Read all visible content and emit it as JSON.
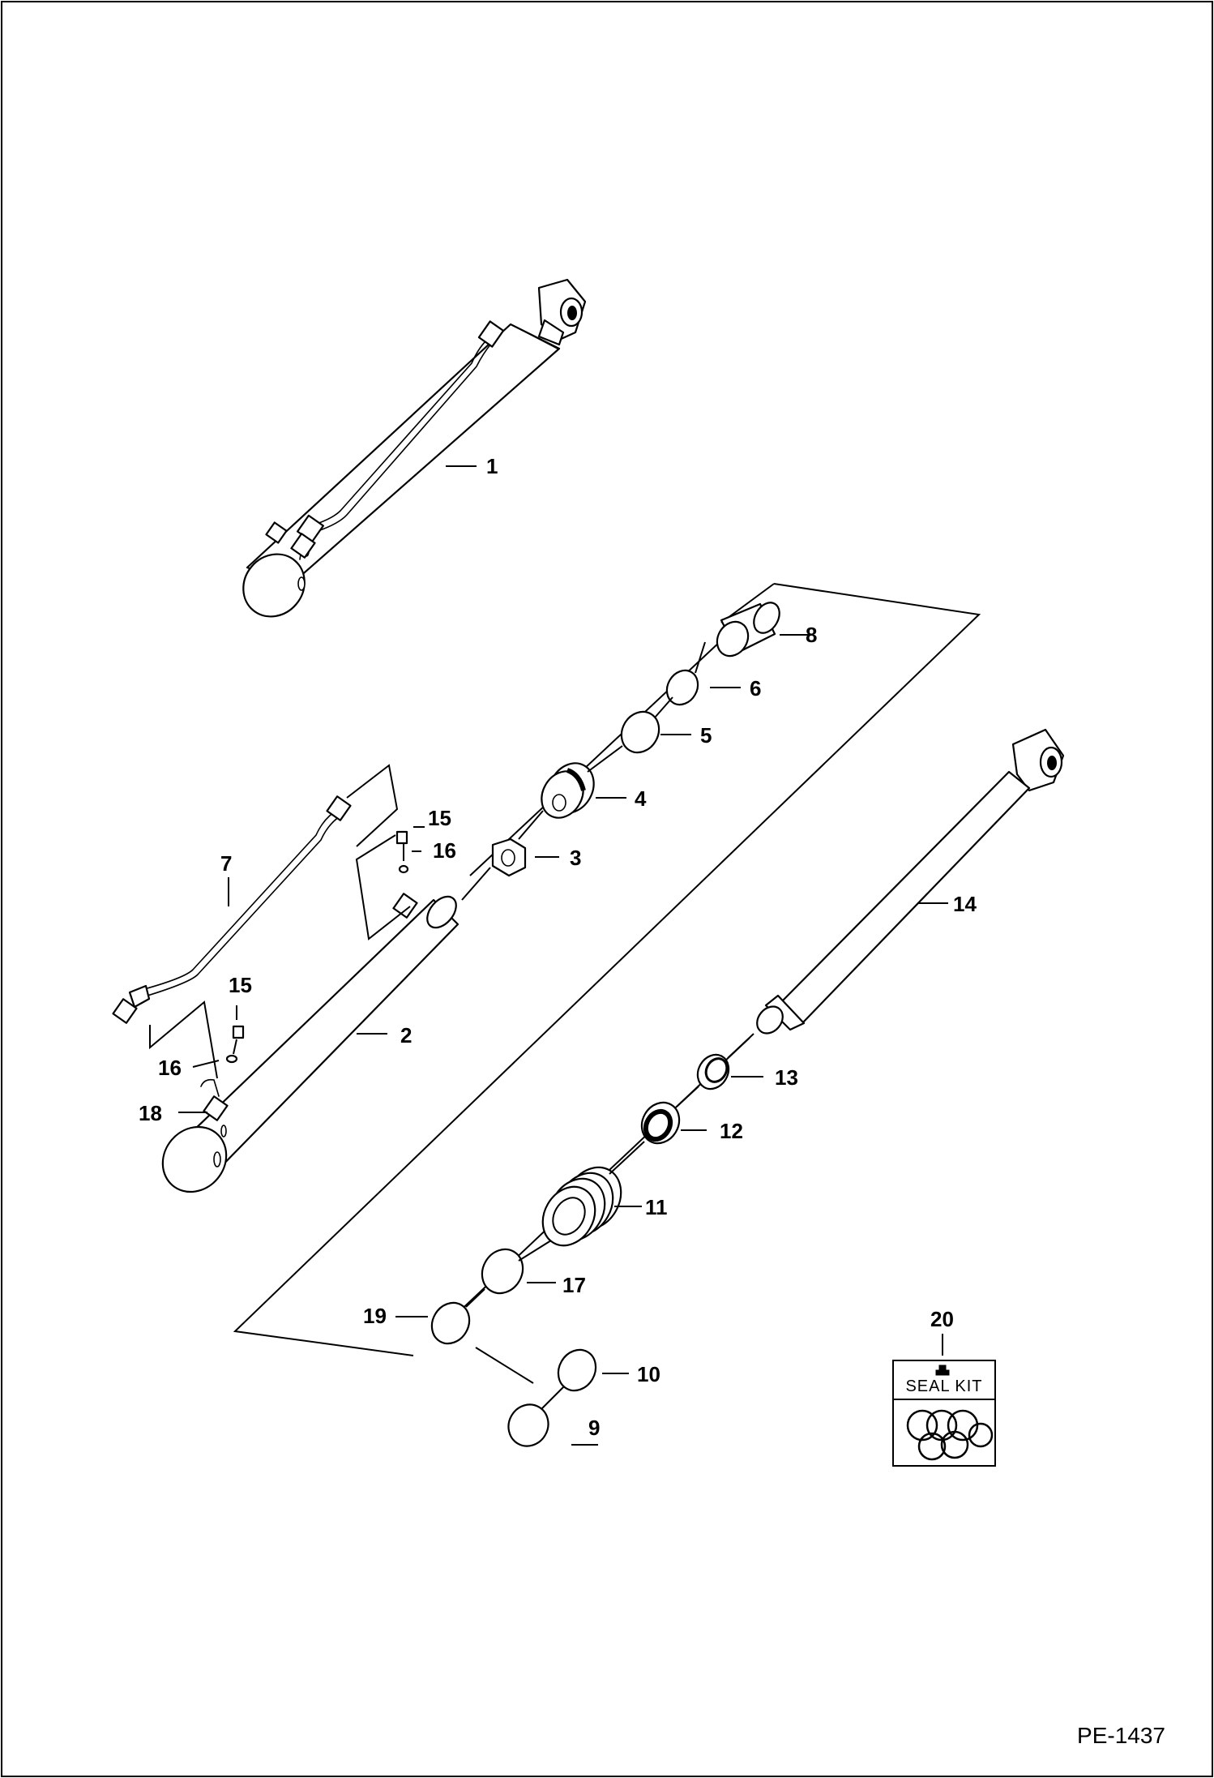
{
  "diagram": {
    "drawing_number": "PE-1437",
    "seal_kit_label": "SEAL KIT",
    "callouts": [
      "1",
      "2",
      "3",
      "4",
      "5",
      "6",
      "7",
      "8",
      "9",
      "10",
      "11",
      "12",
      "13",
      "14",
      "15",
      "15",
      "16",
      "16",
      "17",
      "18",
      "19",
      "20"
    ]
  }
}
